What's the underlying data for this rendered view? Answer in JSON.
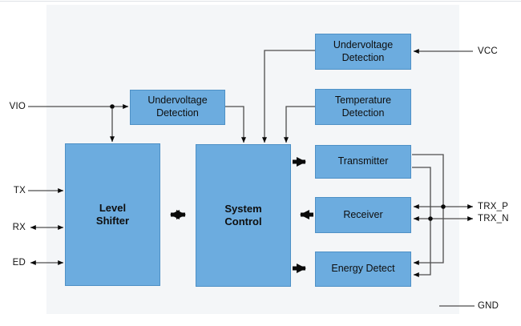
{
  "colors": {
    "block_fill": "#6CACDF",
    "block_border": "#4E90C6",
    "wire": "#4D4D4D",
    "arrow": "#0A0A0A",
    "panel_bg": "#F4F6F8",
    "page_bg": "#FFFFFF",
    "text": "#141414"
  },
  "blocks": {
    "level_shifter": "Level\nShifter",
    "system_control": "System\nControl",
    "undervoltage_detection_vio": "Undervoltage\nDetection",
    "undervoltage_detection_vcc": "Undervoltage\nDetection",
    "temperature_detection": "Temperature\nDetection",
    "transmitter": "Transmitter",
    "receiver": "Receiver",
    "energy_detect": "Energy Detect"
  },
  "pins": {
    "vio": "VIO",
    "tx": "TX",
    "rx": "RX",
    "ed": "ED",
    "vcc": "VCC",
    "trx_p": "TRX_P",
    "trx_n": "TRX_N",
    "gnd": "GND"
  }
}
